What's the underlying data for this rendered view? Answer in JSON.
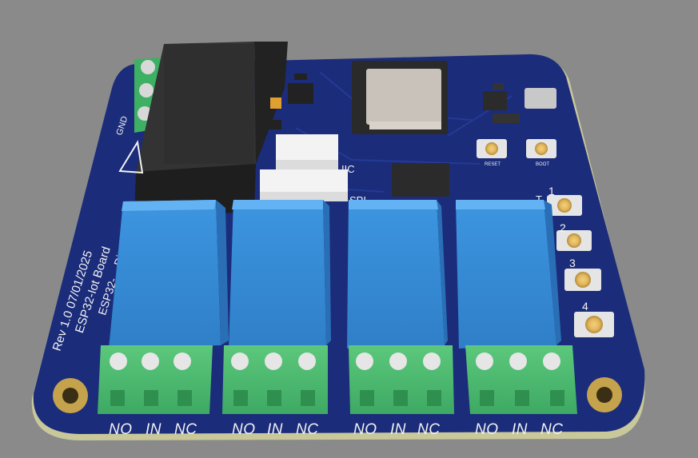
{
  "board": {
    "name_line1": "ESP32-...-Dinh",
    "name_line2": "ESP32-Iot Board",
    "revision": "Rev 1.0 07/01/2025"
  },
  "silkscreen": {
    "iic": "IIC",
    "spi": "SPI",
    "gnd": "GND",
    "reset": "RESET",
    "boot": "BOOT",
    "touch": "T",
    "buttons": [
      "1",
      "2",
      "3",
      "4"
    ]
  },
  "terminals": [
    {
      "no": "NO",
      "in": "IN",
      "nc": "NC"
    },
    {
      "no": "NO",
      "in": "IN",
      "nc": "NC"
    },
    {
      "no": "NO",
      "in": "IN",
      "nc": "NC"
    },
    {
      "no": "NO",
      "in": "IN",
      "nc": "NC"
    }
  ],
  "colors": {
    "background": "#8a8a8a",
    "pcb": "#1b2c7a",
    "relay": "#3a93de",
    "terminal": "#52c173",
    "module": "#2b2b2b"
  }
}
